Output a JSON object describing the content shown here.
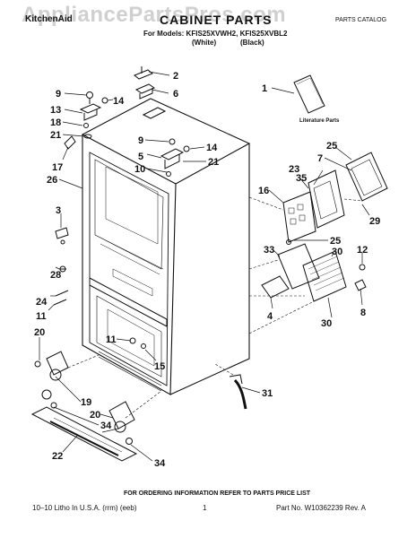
{
  "header": {
    "brand": "KitchenAid",
    "title": "CABINET PARTS",
    "section_note": "PARTS CATALOG",
    "models_line": "For Models: KFIS25XVWH2, KFIS25XVBL2",
    "white_label": "(White)",
    "black_label": "(Black)"
  },
  "watermark": "AppliancePartsPros.com",
  "diagram": {
    "literature_label": "Literature Parts",
    "callouts": [
      "1",
      "2",
      "3",
      "4",
      "5",
      "6",
      "7",
      "8",
      "9",
      "9",
      "10",
      "11",
      "11",
      "12",
      "13",
      "14",
      "14",
      "15",
      "16",
      "17",
      "18",
      "19",
      "20",
      "20",
      "21",
      "21",
      "22",
      "23",
      "24",
      "25",
      "25",
      "26",
      "28",
      "29",
      "30",
      "30",
      "31",
      "33",
      "34",
      "34",
      "35"
    ]
  },
  "footer": {
    "ordering_info": "FOR ORDERING INFORMATION REFER TO PARTS PRICE LIST",
    "litho": "10–10 Litho In U.S.A. (rrm) (eeb)",
    "page": "1",
    "part_no": "Part No. W10362239 Rev. A"
  }
}
